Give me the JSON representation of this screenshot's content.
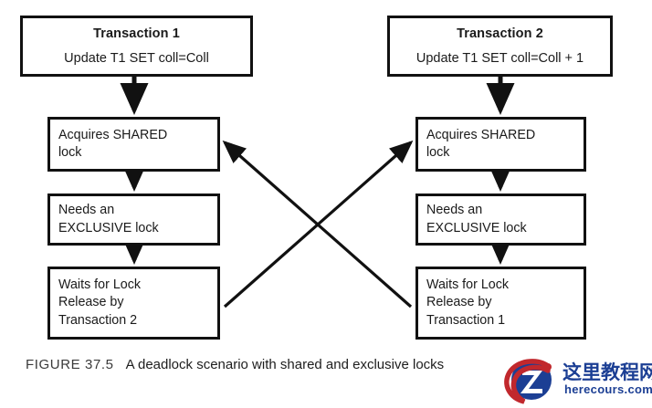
{
  "figure": {
    "label": "FIGURE 37.5",
    "caption": "A deadlock scenario with shared and exclusive locks"
  },
  "diagram": {
    "type": "flowchart",
    "columns": [
      {
        "id": "transaction-1",
        "header": {
          "title": "Transaction 1",
          "sql": "Update T1 SET coll=Coll"
        },
        "steps": [
          {
            "id": "acquires-shared",
            "lines": [
              "Acquires SHARED",
              "lock"
            ]
          },
          {
            "id": "needs-exclusive",
            "lines": [
              "Needs an",
              "EXCLUSIVE lock"
            ]
          },
          {
            "id": "waits-for-lock",
            "lines": [
              "Waits for Lock",
              "Release by",
              "Transaction 2"
            ]
          }
        ]
      },
      {
        "id": "transaction-2",
        "header": {
          "title": "Transaction 2",
          "sql": "Update T1 SET coll=Coll + 1"
        },
        "steps": [
          {
            "id": "acquires-shared",
            "lines": [
              "Acquires SHARED",
              "lock"
            ]
          },
          {
            "id": "needs-exclusive",
            "lines": [
              "Needs an",
              "EXCLUSIVE lock"
            ]
          },
          {
            "id": "waits-for-lock",
            "lines": [
              "Waits for Lock",
              "Release by",
              "Transaction 1"
            ]
          }
        ]
      }
    ],
    "edges": [
      {
        "id": "t1-header-to-shared",
        "from": "t1-header",
        "to": "t1-acquires-shared",
        "style": "vertical-arrow"
      },
      {
        "id": "t1-shared-to-exclusive",
        "from": "t1-acquires-shared",
        "to": "t1-needs-exclusive",
        "style": "vertical-arrow"
      },
      {
        "id": "t1-exclusive-to-waits",
        "from": "t1-needs-exclusive",
        "to": "t1-waits-for-lock",
        "style": "vertical-arrow"
      },
      {
        "id": "t2-header-to-shared",
        "from": "t2-header",
        "to": "t2-acquires-shared",
        "style": "vertical-arrow"
      },
      {
        "id": "t2-shared-to-exclusive",
        "from": "t2-acquires-shared",
        "to": "t2-needs-exclusive",
        "style": "vertical-arrow"
      },
      {
        "id": "t2-exclusive-to-waits",
        "from": "t2-needs-exclusive",
        "to": "t2-waits-for-lock",
        "style": "vertical-arrow"
      },
      {
        "id": "t1-waits-to-t2-shared",
        "from": "t1-waits-for-lock",
        "to": "t2-acquires-shared",
        "style": "diagonal-arrow"
      },
      {
        "id": "t2-waits-to-t1-shared",
        "from": "t2-waits-for-lock",
        "to": "t1-acquires-shared",
        "style": "diagonal-arrow"
      }
    ],
    "colors": {
      "stroke": "#111111",
      "box_fill": "#ffffff",
      "text": "#1a1a1a",
      "caption_label": "#3a3a3a"
    }
  },
  "watermark": {
    "monogram": "Z",
    "site_name_cn": "这里教程网",
    "site_url": "herecours.com",
    "colors": {
      "disc": "#1c3f94",
      "ring": "#c1282d",
      "text": "#1c3f94"
    }
  }
}
